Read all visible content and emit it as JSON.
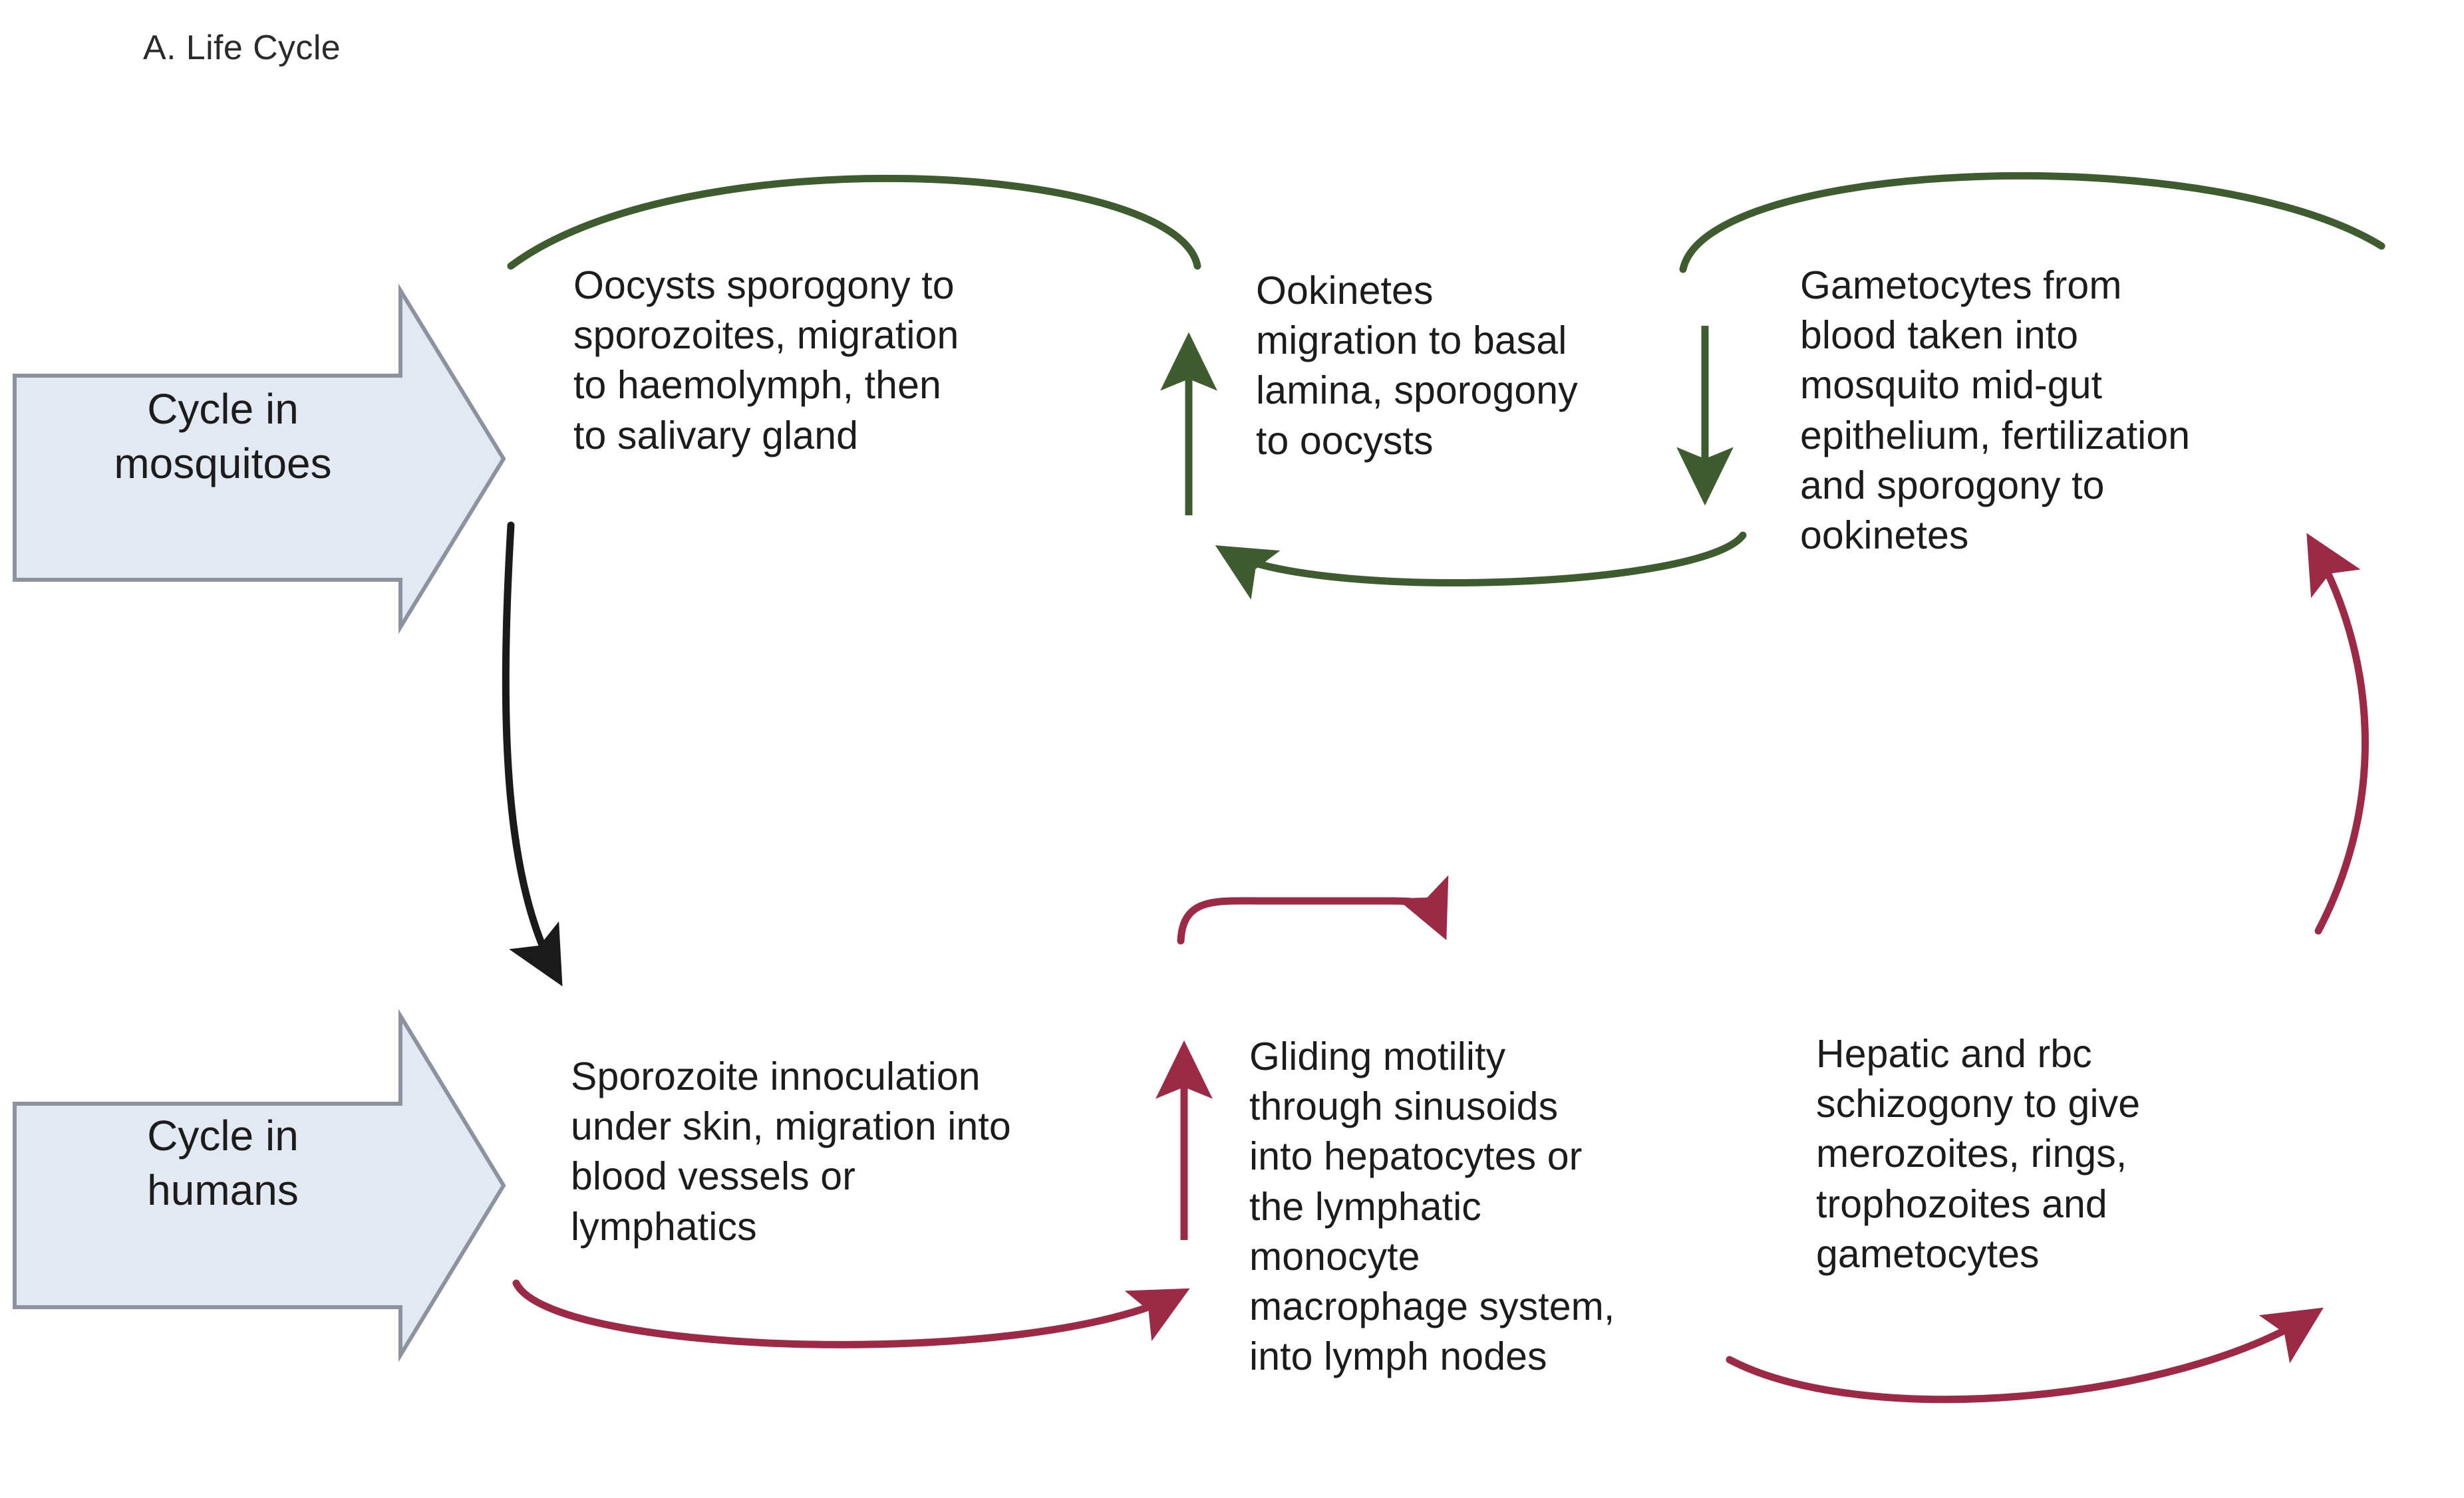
{
  "title": "A. Life Cycle",
  "colors": {
    "block_arrow_fill": "#e3e9f3",
    "block_arrow_stroke": "#8d939e",
    "mosquito_cycle_arrow": "#3f5c30",
    "human_cycle_arrow": "#9c2a47",
    "transmission_arrow": "#1a1a1a",
    "text": "#1c1c1c"
  },
  "rows": {
    "mosquitoes": {
      "label": "Cycle in\nmosquitoes",
      "stages": [
        {
          "id": "oocysts",
          "text": "Oocysts sporogony to\nsporozoites, migration\nto haemolymph, then\nto salivary gland"
        },
        {
          "id": "ookinetes",
          "text": "Ookinetes\nmigration to basal\nlamina, sporogony\nto oocysts"
        },
        {
          "id": "gametocytes",
          "text": "Gametocytes from\nblood taken into\nmosquito mid-gut\nepithelium, fertilization\nand sporogony to\nookinetes"
        }
      ]
    },
    "humans": {
      "label": "Cycle in\nhumans",
      "stages": [
        {
          "id": "sporozoite",
          "text": "Sporozoite innoculation\nunder skin, migration into\nblood vessels or\nlymphatics"
        },
        {
          "id": "gliding",
          "text": "Gliding motility\nthrough sinusoids\ninto hepatocytes or\nthe lymphatic\nmonocyte\nmacrophage system,\ninto lymph nodes"
        },
        {
          "id": "hepatic",
          "text": "Hepatic and rbc\nschizogony to give\nmerozoites, rings,\ntrophozoites and\ngametocytes"
        }
      ]
    }
  },
  "connectors": [
    {
      "id": "arc-oocysts-to-ookinetes",
      "color": "#3f5c30",
      "direction": "left",
      "group": "mosquito"
    },
    {
      "id": "arrow-ookinetes-up",
      "color": "#3f5c30",
      "direction": "up",
      "group": "mosquito"
    },
    {
      "id": "arrow-gametocytes-down",
      "color": "#3f5c30",
      "direction": "down",
      "group": "mosquito"
    },
    {
      "id": "arc-gametocytes-to-ookinetes",
      "color": "#3f5c30",
      "direction": "left",
      "group": "mosquito"
    },
    {
      "id": "arc-gametocytes-top",
      "color": "#3f5c30",
      "direction": "right",
      "group": "mosquito"
    },
    {
      "id": "arrow-mosquito-to-human",
      "color": "#1a1a1a",
      "direction": "down",
      "group": "transmission"
    },
    {
      "id": "arc-sporozoite-to-gliding",
      "color": "#9c2a47",
      "direction": "right",
      "group": "human"
    },
    {
      "id": "arrow-gliding-up",
      "color": "#9c2a47",
      "direction": "up",
      "group": "human"
    },
    {
      "id": "arc-gliding-to-hepatic-top",
      "color": "#9c2a47",
      "direction": "right",
      "group": "human"
    },
    {
      "id": "arc-gliding-to-hepatic-bottom",
      "color": "#9c2a47",
      "direction": "right",
      "group": "human"
    },
    {
      "id": "arc-hepatic-to-gametocytes",
      "color": "#9c2a47",
      "direction": "up",
      "group": "human"
    }
  ]
}
